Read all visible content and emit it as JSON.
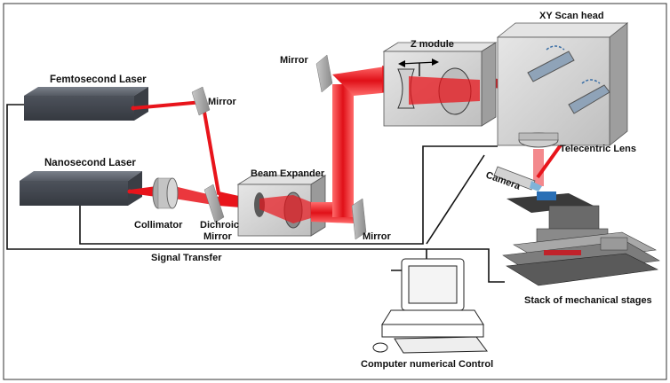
{
  "labels": {
    "femtosecond_laser": "Femtosecond Laser",
    "nanosecond_laser": "Nanosecond Laser",
    "mirror_top": "Mirror",
    "mirror_left": "Mirror",
    "mirror_bottom": "Mirror",
    "collimator": "Collimator",
    "dichroic_line1": "Dichroic",
    "dichroic_line2": "Mirror",
    "beam_expander": "Beam Expander",
    "z_module": "Z module",
    "xy_scan_head": "XY Scan head",
    "telecentric_lens": "Telecentric Lens",
    "camera": "Camera",
    "signal_transfer": "Signal Transfer",
    "stack_stages": "Stack of mechanical stages",
    "cnc": "Computer numerical Control"
  },
  "colors": {
    "beam": "#e8141b",
    "beam_glow": "#f06060",
    "box_dark": "#4a4f57",
    "box_light": "#d9d9d9",
    "mirror": "#9a9a9a"
  }
}
